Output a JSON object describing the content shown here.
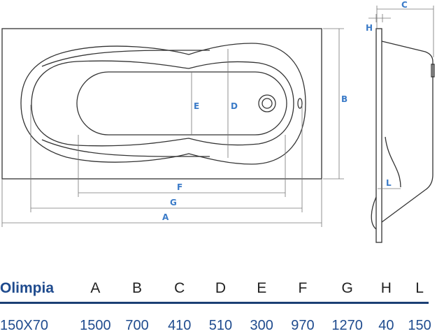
{
  "diagram": {
    "labels": {
      "A": "A",
      "B": "B",
      "C": "C",
      "D": "D",
      "E": "E",
      "F": "F",
      "G": "G",
      "H": "H",
      "L": "L"
    }
  },
  "table": {
    "headers": [
      "Olimpia",
      "A",
      "B",
      "C",
      "D",
      "E",
      "F",
      "G",
      "H",
      "L"
    ],
    "values": [
      "150X70",
      "1500",
      "700",
      "410",
      "510",
      "300",
      "970",
      "1270",
      "40",
      "150"
    ]
  },
  "colors": {
    "label": "#3b7bc8",
    "title": "#1f4b8e",
    "rule": "#1b3f74"
  }
}
